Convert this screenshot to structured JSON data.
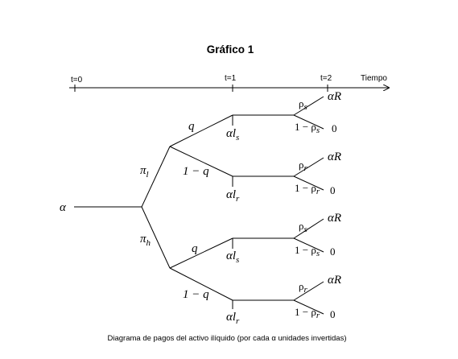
{
  "title": "Gráfico 1",
  "timeline": {
    "t0": "t=0",
    "t1": "t=1",
    "t2": "t=2",
    "axis_label": "Tiempo"
  },
  "root": {
    "label": "α"
  },
  "first_split": {
    "upper_prob": "π",
    "upper_prob_sub": "l",
    "lower_prob": "π",
    "lower_prob_sub": "h"
  },
  "edges": {
    "q": "q",
    "one_minus_q": "1 − q"
  },
  "t1_payoffs": {
    "ls": {
      "main": "αl",
      "sub": "s"
    },
    "lr": {
      "main": "αl",
      "sub": "r"
    }
  },
  "t2": {
    "rho_s": {
      "main": "ρ",
      "sub": "s"
    },
    "rho_r": {
      "main": "ρ",
      "sub": "r"
    },
    "one_minus_rho_s": {
      "main": "1 − ρ",
      "sub": "s"
    },
    "one_minus_rho_r": {
      "main": "1 − ρ",
      "sub": "r"
    },
    "payoff_high": "αR",
    "payoff_zero": "0"
  },
  "caption": "Diagrama de pagos del activo ilíquido (por cada α unidades invertidas)"
}
